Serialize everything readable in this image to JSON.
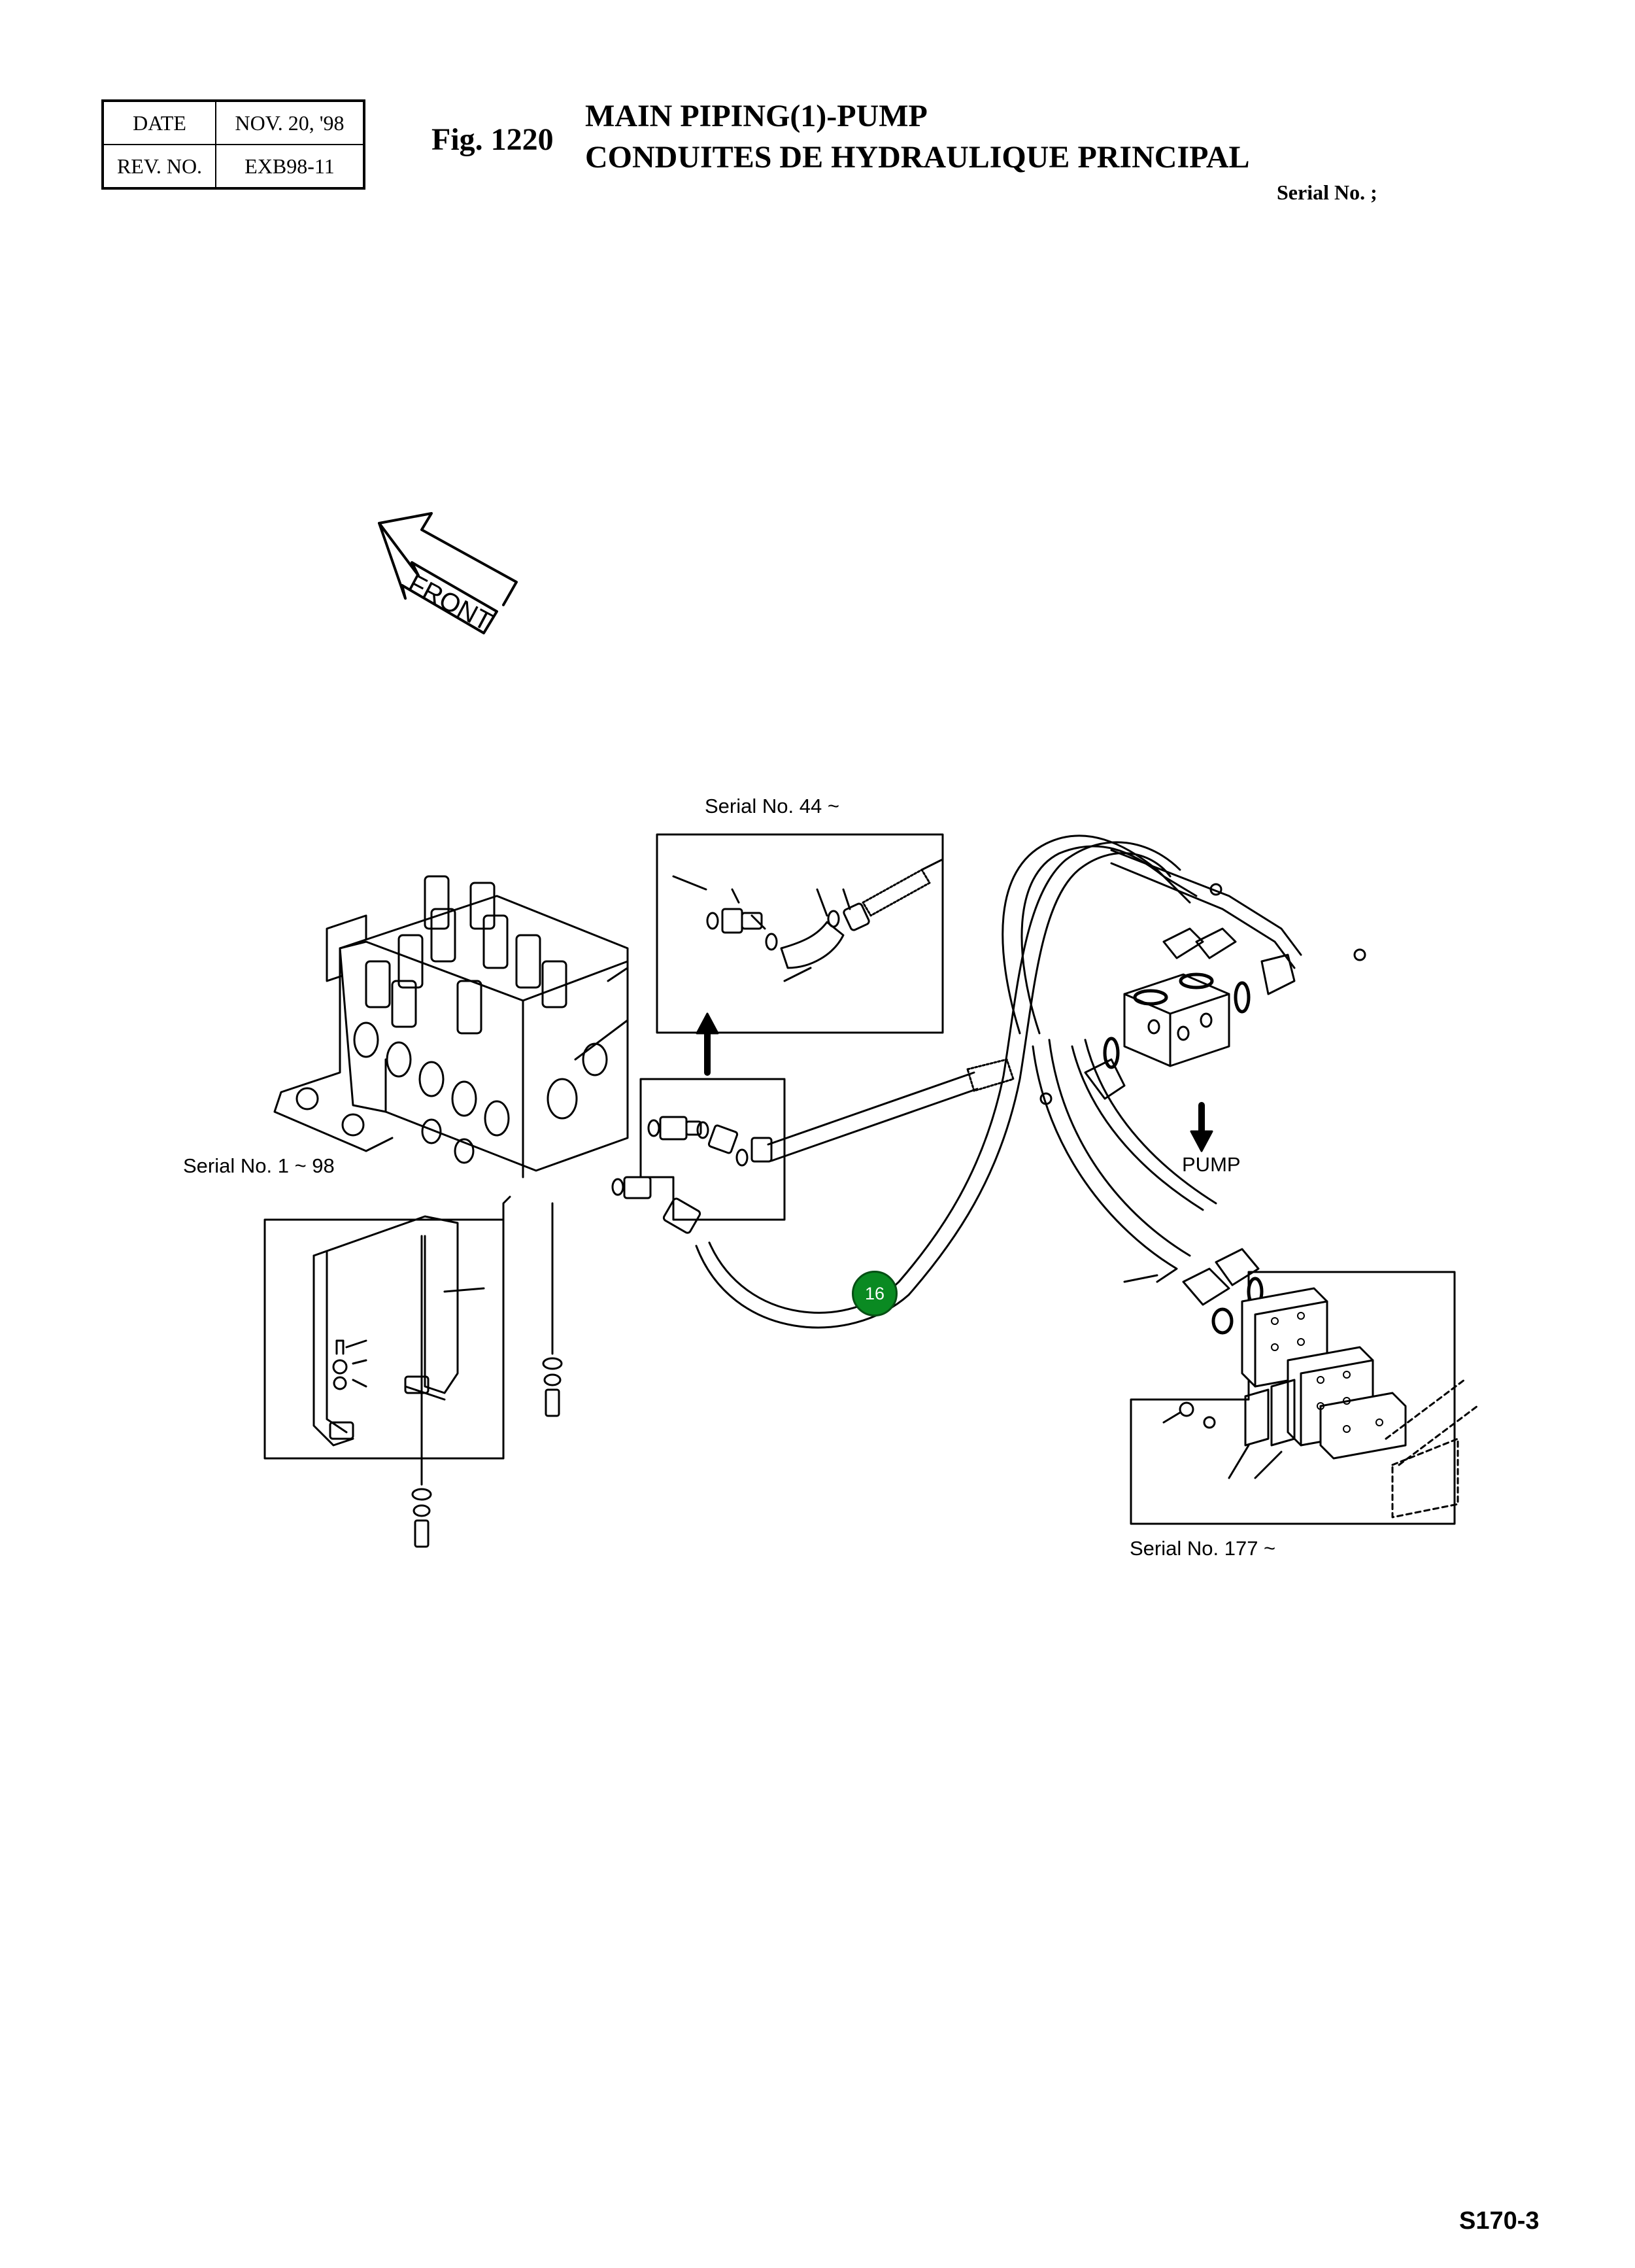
{
  "header": {
    "date_label": "DATE",
    "date_value": "NOV. 20, '98",
    "rev_label": "REV. NO.",
    "rev_value": "EXB98-11",
    "fig_label": "Fig. 1220",
    "title_en": "MAIN PIPING(1)-PUMP",
    "title_fr": "CONDUITES DE HYDRAULIQUE PRINCIPAL",
    "serial_label": "Serial No. ;"
  },
  "diagram": {
    "front_label": "FRONT",
    "pump_label": "PUMP",
    "serial_44": "Serial No. 44 ~",
    "serial_1_98": "Serial No. 1 ~ 98",
    "serial_177": "Serial No. 177 ~",
    "callout": "16"
  },
  "footer": {
    "page_code": "S170-3"
  }
}
